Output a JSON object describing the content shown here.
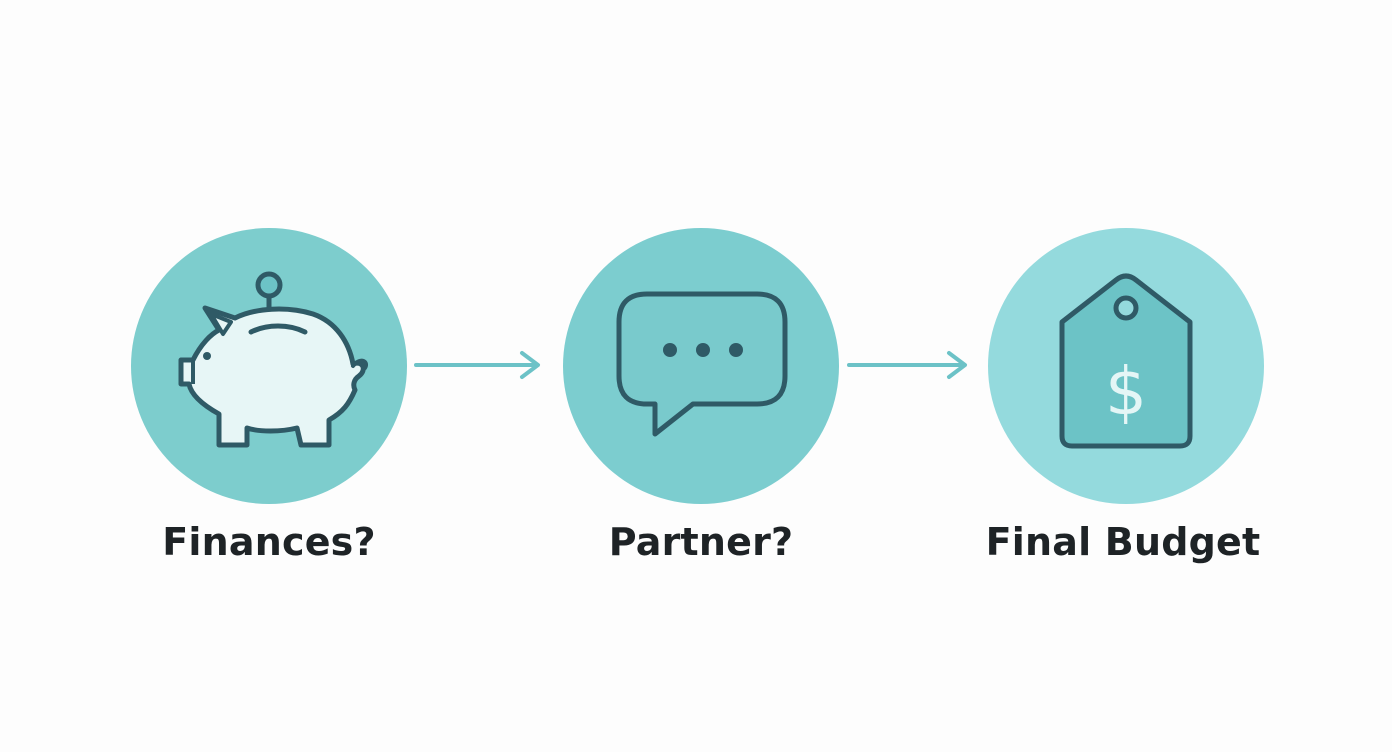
{
  "colors": {
    "background": "#fdfdfd",
    "circle_1": "#7dcdcd",
    "circle_2": "#7ccdcf",
    "circle_3": "#94dadd",
    "icon_stroke": "#2f5a66",
    "icon_fill_light": "#e7f6f6",
    "tag_fill": "#6cc3c6",
    "dollar": "#e4f6f6",
    "arrow": "#6cc2c7",
    "label_text": "#1e2326"
  },
  "steps": [
    {
      "label": "Finances?",
      "icon": "piggy-bank-icon"
    },
    {
      "label": "Partner?",
      "icon": "speech-bubble-icon"
    },
    {
      "label": "Final Budget",
      "icon": "price-tag-icon"
    }
  ],
  "tag_symbol": "$"
}
